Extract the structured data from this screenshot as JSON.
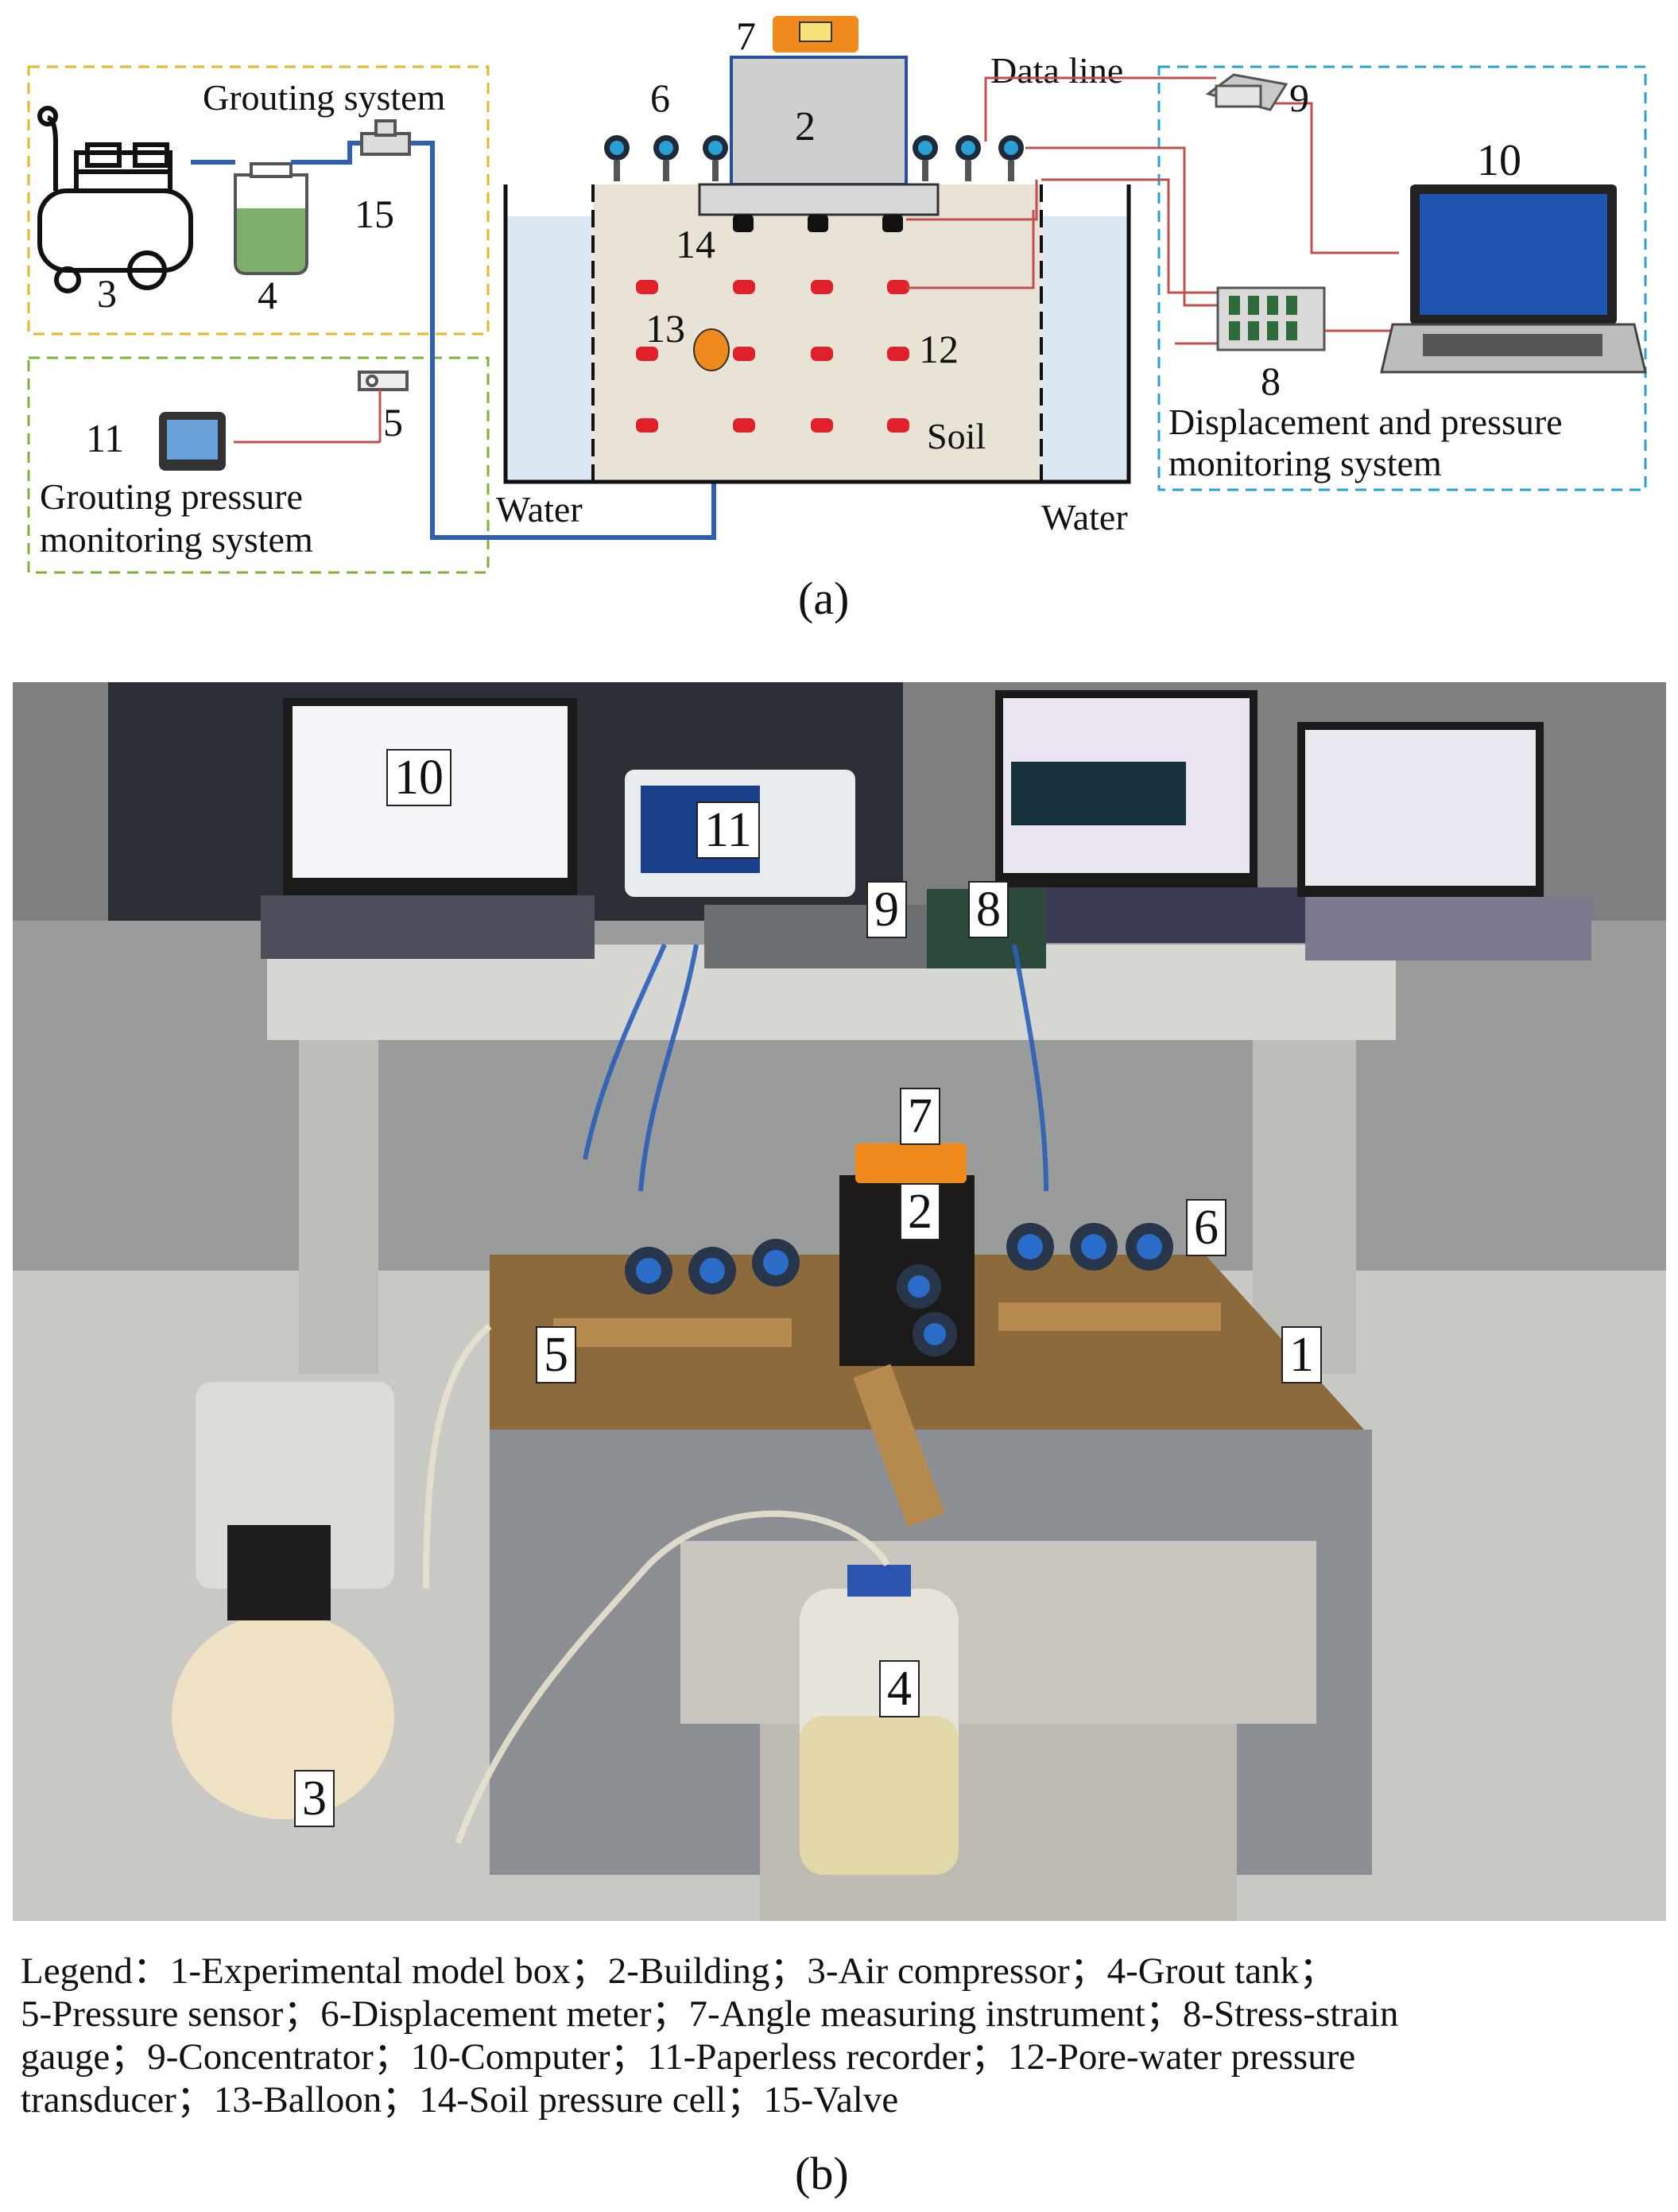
{
  "panel_a": {
    "caption": "(a)",
    "grouting_system_label": "Grouting system",
    "grouting_pressure_label_line1": "Grouting pressure",
    "grouting_pressure_label_line2": "monitoring system",
    "data_line_label": "Data line",
    "monitoring_label_line1": "Displacement and pressure",
    "monitoring_label_line2": "monitoring system",
    "water_left": "Water",
    "water_right": "Water",
    "soil_label": "Soil",
    "numbers": {
      "n2": "2",
      "n3": "3",
      "n4": "4",
      "n5": "5",
      "n6": "6",
      "n7": "7",
      "n8": "8",
      "n9": "9",
      "n10": "10",
      "n11": "11",
      "n12": "12",
      "n13": "13",
      "n14": "14",
      "n15": "15"
    }
  },
  "panel_b": {
    "caption": "(b)",
    "tags": {
      "t1": "1",
      "t2": "2",
      "t3": "3",
      "t4": "4",
      "t5": "5",
      "t6": "6",
      "t7": "7",
      "t8": "8",
      "t9": "9",
      "t10": "10",
      "t11": "11"
    }
  },
  "legend": {
    "line1": "Legend：1-Experimental model box；2-Building；3-Air compressor；4-Grout tank；",
    "line2": "5-Pressure sensor；6-Displacement meter；7-Angle measuring instrument；8-Stress-strain",
    "line3": "gauge；9-Concentrator；10-Computer；11-Paperless recorder；12-Pore-water pressure",
    "line4": "transducer；13-Balloon；14-Soil pressure cell；15-Valve"
  },
  "colors": {
    "grouting_box": "#e6b52e",
    "pressure_box": "#7bb33a",
    "monitoring_box": "#2a9fd6",
    "grout_pipe": "#2f5fb3",
    "data_line": "#c0504d",
    "soil": "#e9e3d5",
    "water": "#dce9f4",
    "sensor_red": "#e0202a",
    "balloon": "#f08a1c"
  }
}
